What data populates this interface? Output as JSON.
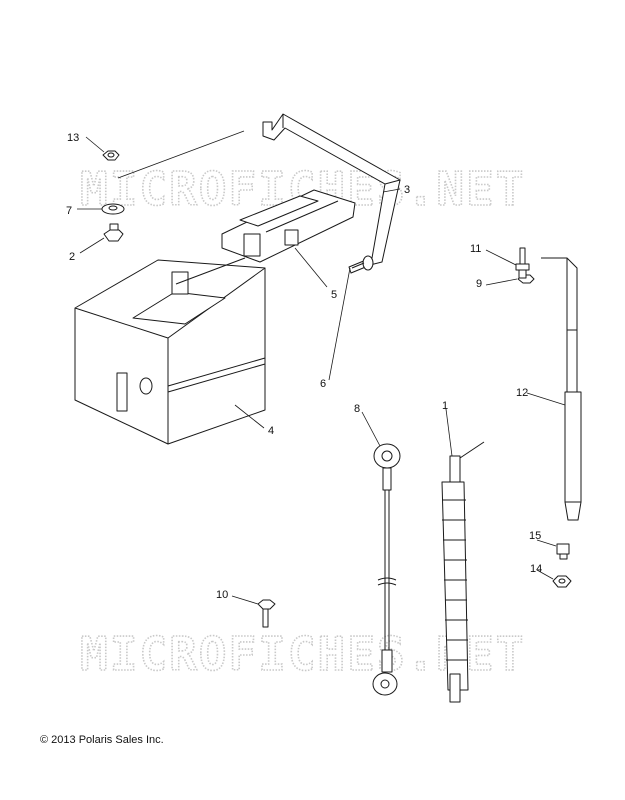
{
  "watermark": {
    "text": "MICROFICHES.NET"
  },
  "copyright": "© 2013 Polaris Sales Inc.",
  "callouts": [
    {
      "id": "c13",
      "label": "13"
    },
    {
      "id": "c7",
      "label": "7"
    },
    {
      "id": "c2",
      "label": "2"
    },
    {
      "id": "c3",
      "label": "3"
    },
    {
      "id": "c5",
      "label": "5"
    },
    {
      "id": "c4",
      "label": "4"
    },
    {
      "id": "c6",
      "label": "6"
    },
    {
      "id": "c9",
      "label": "9"
    },
    {
      "id": "c11",
      "label": "11"
    },
    {
      "id": "c12",
      "label": "12"
    },
    {
      "id": "c8",
      "label": "8"
    },
    {
      "id": "c1",
      "label": "1"
    },
    {
      "id": "c15",
      "label": "15"
    },
    {
      "id": "c14",
      "label": "14"
    },
    {
      "id": "c10",
      "label": "10"
    }
  ]
}
